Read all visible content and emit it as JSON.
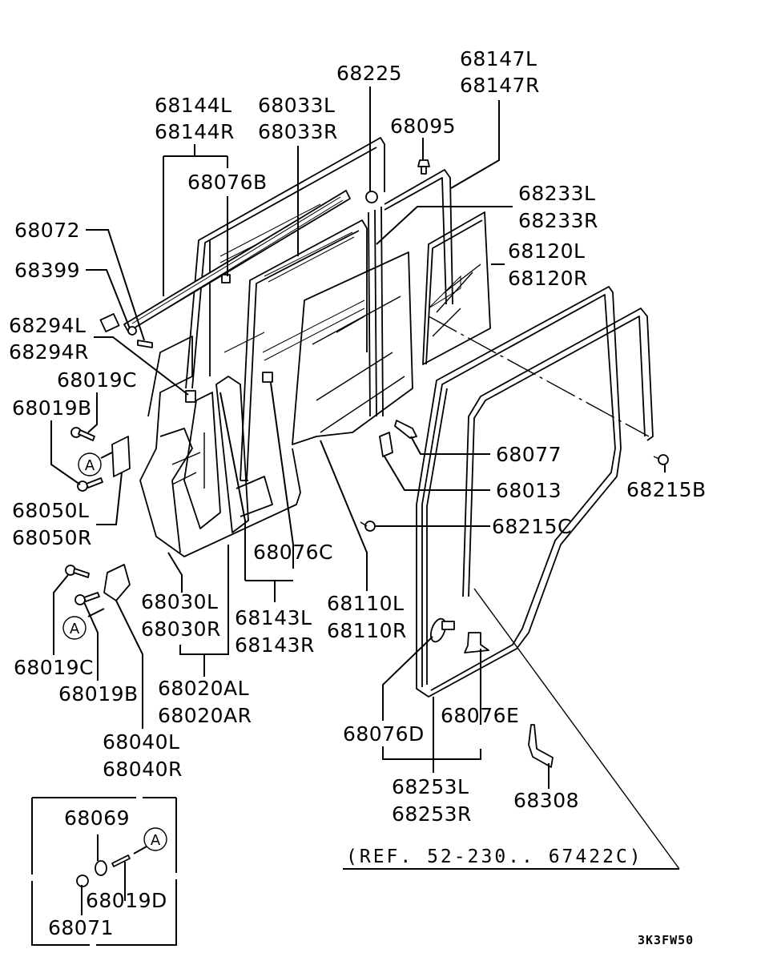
{
  "diagram": {
    "type": "exploded parts diagram",
    "subject": "rear door panel, glass, weatherstrip and hinges",
    "labels": {
      "p68144": [
        "68144L",
        "68144R"
      ],
      "p68033": [
        "68033L",
        "68033R"
      ],
      "p68225": "68225",
      "p68147": [
        "68147L",
        "68147R"
      ],
      "p68095": "68095",
      "p68076B": "68076B",
      "p68233": [
        "68233L",
        "68233R"
      ],
      "p68072": "68072",
      "p68399": "68399",
      "p68120": [
        "68120L",
        "68120R"
      ],
      "p68294": [
        "68294L",
        "68294R"
      ],
      "p68019C_top": "68019C",
      "p68019B_top": "68019B",
      "p68050": [
        "68050L",
        "68050R"
      ],
      "p68077": "68077",
      "p68013": "68013",
      "p68215B": "68215B",
      "p68215C": "68215C",
      "p68076C": "68076C",
      "p68030": [
        "68030L",
        "68030R"
      ],
      "p68143": [
        "68143L",
        "68143R"
      ],
      "p68110": [
        "68110L",
        "68110R"
      ],
      "p68019C_bot": "68019C",
      "p68019B_bot": "68019B",
      "p68020A": [
        "68020AL",
        "68020AR"
      ],
      "p68040": [
        "68040L",
        "68040R"
      ],
      "p68076D": "68076D",
      "p68076E": "68076E",
      "p68253": [
        "68253L",
        "68253R"
      ],
      "p68308": "68308",
      "p68069": "68069",
      "p68019D": "68019D",
      "p68071": "68071"
    },
    "callout_marker": "A",
    "reference_note": "(REF. 52-230.. 67422C)",
    "diagram_code": "3K3FW50"
  }
}
